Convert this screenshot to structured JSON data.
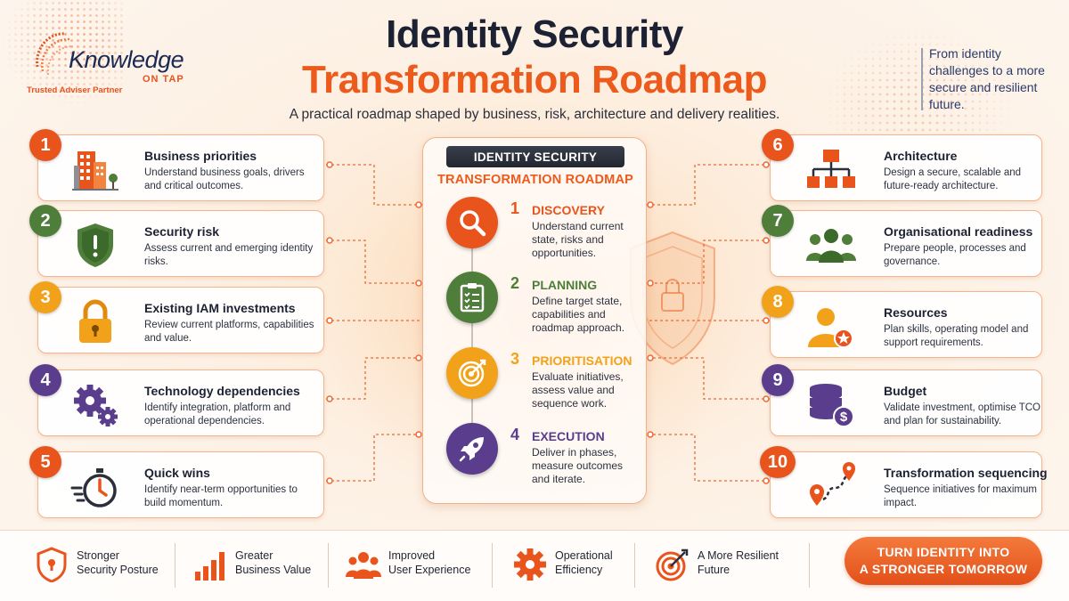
{
  "logo": {
    "word": "Knowledge",
    "sub": "ON TAP",
    "tagline": "Trusted Adviser Partner"
  },
  "header": {
    "title_line1": "Identity Security",
    "title_line2": "Transformation Roadmap",
    "subtitle": "A practical roadmap shaped by business, risk, architecture and delivery realities.",
    "tagline": "From identity challenges to a more secure and resilient future."
  },
  "left_cards": [
    {
      "num": "1",
      "title": "Business priorities",
      "desc": "Understand business goals, drivers and critical outcomes.",
      "color": "#e9541d",
      "icon": "building-icon"
    },
    {
      "num": "2",
      "title": "Security risk",
      "desc": "Assess current and emerging identity risks.",
      "color": "#4f7d3a",
      "icon": "shield-warning-icon"
    },
    {
      "num": "3",
      "title": "Existing IAM investments",
      "desc": "Review current platforms, capabilities and value.",
      "color": "#f2a21a",
      "icon": "padlock-icon"
    },
    {
      "num": "4",
      "title": "Technology dependencies",
      "desc": "Identify integration, platform and operational dependencies.",
      "color": "#5a3d8c",
      "icon": "gears-icon"
    },
    {
      "num": "5",
      "title": "Quick wins",
      "desc": "Identify near-term opportunities to build momentum.",
      "color": "#e9541d",
      "icon": "stopwatch-icon"
    }
  ],
  "right_cards": [
    {
      "num": "6",
      "title": "Architecture",
      "desc": "Design a secure, scalable and future-ready architecture.",
      "color": "#e9541d",
      "icon": "hierarchy-icon"
    },
    {
      "num": "7",
      "title": "Organisational readiness",
      "desc": "Prepare people, processes and governance.",
      "color": "#4f7d3a",
      "icon": "people-group-icon"
    },
    {
      "num": "8",
      "title": "Resources",
      "desc": "Plan skills, operating model and support requirements.",
      "color": "#f2a21a",
      "icon": "person-star-icon"
    },
    {
      "num": "9",
      "title": "Budget",
      "desc": "Validate investment, optimise TCO and plan for sustainability.",
      "color": "#5a3d8c",
      "icon": "coin-stack-dollar-icon"
    },
    {
      "num": "10",
      "title": "Transformation sequencing",
      "desc": "Sequence initiatives for maximum impact.",
      "color": "#e9541d",
      "icon": "route-pins-icon"
    }
  ],
  "center": {
    "badge": "IDENTITY SECURITY",
    "subtitle": "TRANSFORMATION ROADMAP",
    "phases": [
      {
        "num": "1",
        "title": "DISCOVERY",
        "desc": "Understand current state, risks and opportunities.",
        "color": "#e9541d",
        "icon": "magnifier-icon"
      },
      {
        "num": "2",
        "title": "PLANNING",
        "desc": "Define target state, capabilities and roadmap approach.",
        "color": "#4f7d3a",
        "icon": "clipboard-checklist-icon"
      },
      {
        "num": "3",
        "title": "PRIORITISATION",
        "desc": "Evaluate initiatives, assess value and sequence work.",
        "color": "#f2a21a",
        "icon": "target-arrow-icon"
      },
      {
        "num": "4",
        "title": "EXECUTION",
        "desc": "Deliver in phases, measure outcomes and iterate.",
        "color": "#5a3d8c",
        "icon": "rocket-icon"
      }
    ]
  },
  "benefits": [
    {
      "line1": "Stronger",
      "line2": "Security Posture",
      "icon": "shield-lock-icon"
    },
    {
      "line1": "Greater",
      "line2": "Business Value",
      "icon": "bar-chart-icon"
    },
    {
      "line1": "Improved",
      "line2": "User Experience",
      "icon": "users-icon"
    },
    {
      "line1": "Operational",
      "line2": "Efficiency",
      "icon": "gear-icon"
    },
    {
      "line1": "A More Resilient",
      "line2": "Future",
      "icon": "target-icon"
    }
  ],
  "cta": {
    "line1": "TURN IDENTITY INTO",
    "line2": "A STRONGER TOMORROW"
  },
  "colors": {
    "accent": "#e9541d",
    "dark": "#1c2233",
    "green": "#4f7d3a",
    "amber": "#f2a21a",
    "purple": "#5a3d8c"
  }
}
